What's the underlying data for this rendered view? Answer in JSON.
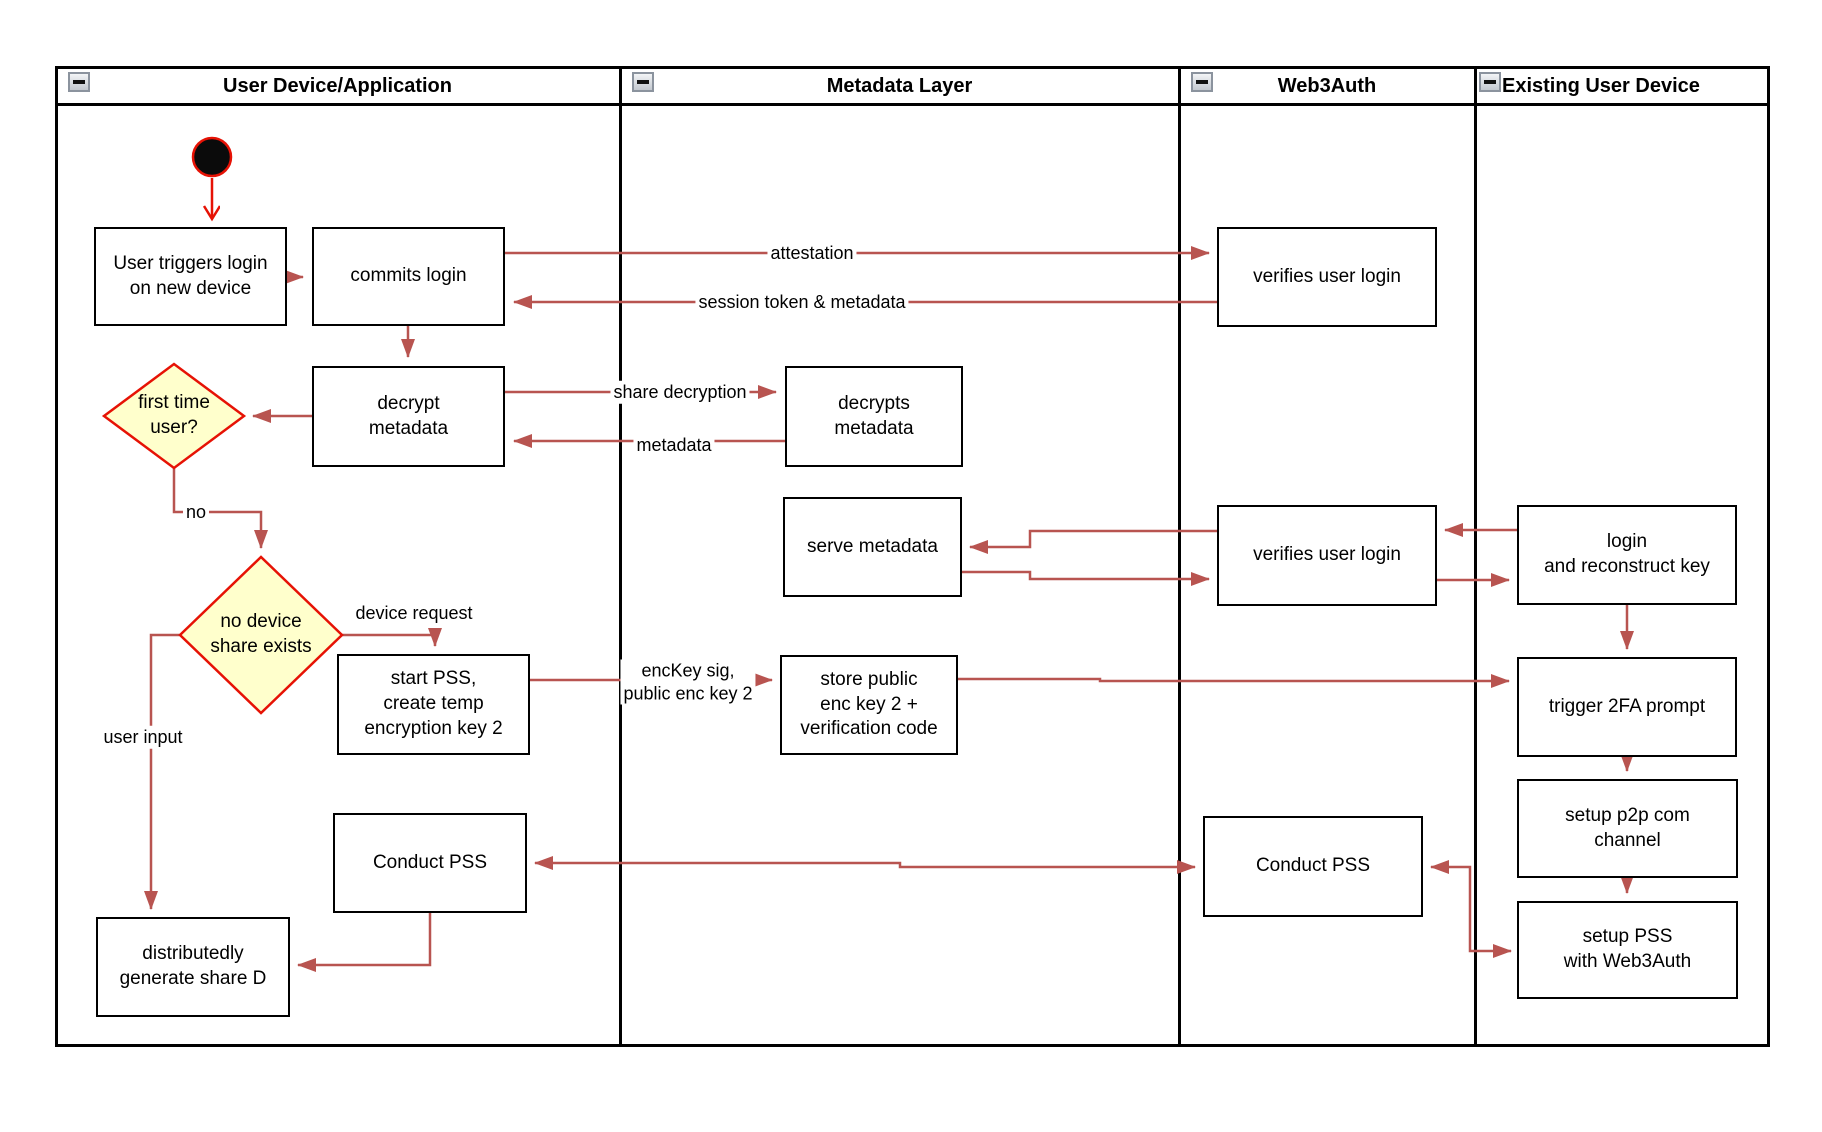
{
  "colors": {
    "arrow": "#b85450",
    "accent_red": "#e61205",
    "diamond_fill": "#ffffcc",
    "node_border": "#000000",
    "node_fill": "#ffffff"
  },
  "lanes": {
    "lane1": {
      "title": "User Device/Application"
    },
    "lane2": {
      "title": "Metadata Layer"
    },
    "lane3": {
      "title": "Web3Auth"
    },
    "lane4": {
      "title": "Existing User Device"
    }
  },
  "nodes": {
    "user_triggers": "User triggers login\non new device",
    "commits_login": "commits login",
    "decrypt_metadata": "decrypt\nmetadata",
    "first_time_user": "first time\nuser?",
    "no_device_share": "no device\nshare exists",
    "start_pss": "start PSS,\ncreate temp\nencryption key 2",
    "conduct_pss_user": "Conduct PSS",
    "dist_gen_share": "distributedly\ngenerate share D",
    "decrypts_metadata": "decrypts\nmetadata",
    "serve_metadata": "serve metadata",
    "store_public": "store public\nenc key 2 +\nverification code",
    "verifies_login_1": "verifies user login",
    "verifies_login_2": "verifies user login",
    "conduct_pss_web3auth": "Conduct PSS",
    "login_reconstruct": "login\nand reconstruct key",
    "trigger_2fa": "trigger 2FA prompt",
    "setup_p2p": "setup p2p com\nchannel",
    "setup_pss": "setup PSS\nwith Web3Auth"
  },
  "edge_labels": {
    "attestation": "attestation",
    "session_token": "session token & metadata",
    "share_decryption": "share decryption",
    "metadata": "metadata",
    "no": "no",
    "device_request": "device request",
    "user_input": "user input",
    "enckey": "encKey sig,\npublic enc key 2"
  }
}
